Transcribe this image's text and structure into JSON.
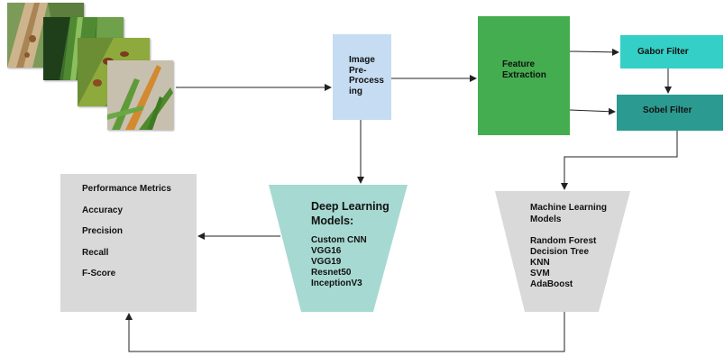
{
  "preprocessing": {
    "label": "Image Pre-Process ing"
  },
  "feature_extraction": {
    "label": "Feature Extraction"
  },
  "gabor_filter": {
    "label": "Gabor Filter"
  },
  "sobel_filter": {
    "label": "Sobel Filter"
  },
  "deep_learning": {
    "title": "Deep Learning Models:",
    "models": [
      "Custom CNN",
      "VGG16",
      "VGG19",
      "Resnet50",
      "InceptionV3"
    ]
  },
  "machine_learning": {
    "title": "Machine Learning Models",
    "models": [
      "Random Forest",
      "Decision Tree",
      "KNN",
      "SVM",
      "AdaBoost"
    ]
  },
  "performance": {
    "items": [
      "Performance Metrics",
      "Accuracy",
      "Precision",
      "Recall",
      "F-Score"
    ]
  },
  "colors": {
    "preprocessing": "#c5dcf2",
    "feature_extraction": "#44ad4f",
    "gabor_filter": "#34cfc6",
    "sobel_filter": "#2b9a90",
    "deep_learning": "#a6d9d1",
    "machine_learning": "#d9d9d9",
    "performance": "#d9d9d9"
  }
}
